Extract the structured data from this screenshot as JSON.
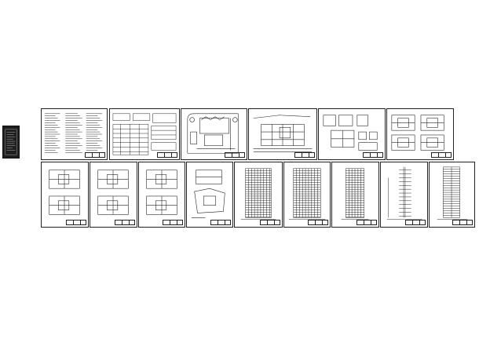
{
  "drawing_set": {
    "cover": {
      "kind": "cover-sheet"
    },
    "rows": [
      {
        "id": "top-row",
        "sheets": [
          {
            "id": "design-notes",
            "kind": "notes"
          },
          {
            "id": "schedule-tables",
            "kind": "tables"
          },
          {
            "id": "site-plan",
            "kind": "site-plan"
          },
          {
            "id": "basement-plan",
            "kind": "plan-detail"
          },
          {
            "id": "core-details-a",
            "kind": "details"
          },
          {
            "id": "core-details-b",
            "kind": "details"
          }
        ]
      },
      {
        "id": "bottom-row",
        "sheets": [
          {
            "id": "floor-plans-1",
            "kind": "floor-plans"
          },
          {
            "id": "floor-plans-2",
            "kind": "floor-plans"
          },
          {
            "id": "floor-plans-3",
            "kind": "floor-plans"
          },
          {
            "id": "roof-plan",
            "kind": "roof-plan"
          },
          {
            "id": "elevation-south",
            "kind": "elevation"
          },
          {
            "id": "elevation-north",
            "kind": "elevation"
          },
          {
            "id": "elevation-east",
            "kind": "elevation-narrow"
          },
          {
            "id": "section-a",
            "kind": "section"
          },
          {
            "id": "section-b",
            "kind": "section-tower"
          }
        ]
      }
    ],
    "colors": {
      "line": "#222222",
      "paper": "#ffffff",
      "cover_fill": "#1e1e1e"
    }
  }
}
